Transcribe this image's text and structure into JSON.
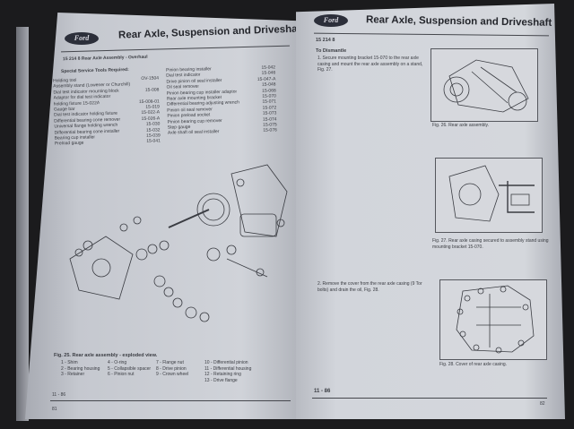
{
  "left_page": {
    "logo": "Ford",
    "title": "Rear Axle, Suspension and Driveshaft",
    "section": "15 214 8 Rear Axle Assembly - Overhaul",
    "tools_heading": "Special Service Tools Required:",
    "tools_col1": [
      {
        "name": "Holding tool",
        "code": "OV-1504"
      },
      {
        "name": "Assembly stand (Lowener or Churchill)",
        "code": ""
      },
      {
        "name": "Dial test indicator mounting block",
        "code": "15-008"
      },
      {
        "name": "Adaptor for dial test indicator",
        "code": ""
      },
      {
        "name": "holding fixture 15-022A",
        "code": "15-008-01"
      },
      {
        "name": "Gauge bar",
        "code": "15-019"
      },
      {
        "name": "Dial test indicator holding fixture",
        "code": "15-022-A"
      },
      {
        "name": "Differential bearing cone remover",
        "code": "15-026-A"
      },
      {
        "name": "Universal flange holding wrench",
        "code": "15-030"
      },
      {
        "name": "Differential bearing cone installer",
        "code": "15-032"
      },
      {
        "name": "Bearing cup installer",
        "code": "15-039"
      },
      {
        "name": "Preload gauge",
        "code": "15-041"
      }
    ],
    "tools_col2": [
      {
        "name": "Pinion bearing installer",
        "code": "15-042"
      },
      {
        "name": "Dial test indicator",
        "code": "15-046"
      },
      {
        "name": "Drive pinion oil seal installer",
        "code": "15-047-A"
      },
      {
        "name": "Oil seal remover",
        "code": "15-048"
      },
      {
        "name": "Pinion bearing cup installer adaptor",
        "code": "15-068"
      },
      {
        "name": "Rear axle mounting bracket",
        "code": "15-070"
      },
      {
        "name": "Differential bearing adjusting wrench",
        "code": "15-071"
      },
      {
        "name": "Pinion oil seal remover",
        "code": "15-072"
      },
      {
        "name": "Pinion preload socket",
        "code": "15-073"
      },
      {
        "name": "Pinion bearing cup remover",
        "code": "15-074"
      },
      {
        "name": "Step gauge",
        "code": "15-075"
      },
      {
        "name": "Axle shaft oil seal installer",
        "code": "15-076"
      }
    ],
    "figure_caption": "Fig. 25.  Rear axle assembly - exploded view.",
    "legend": [
      "1 - Shim",
      "2 - Bearing housing",
      "3 - Retainer",
      "4 - O-ring",
      "5 - Collapsible spacer",
      "6 - Pinion nut",
      "7 - Flange nut",
      "8 - Drive pinion",
      "9 - Crown wheel",
      "10 - Differential pinion",
      "11 - Differential housing",
      "12 - Retaining ring",
      "13 - Drive flange"
    ],
    "footer_ref": "11 - 86",
    "page_number": "81"
  },
  "right_page": {
    "logo": "Ford",
    "title": "Rear Axle, Suspension and Driveshaft",
    "section": "15 214 8",
    "subheading": "To Dismantle",
    "step1": "1.  Secure mounting bracket 15-070 to the rear axle casing and mount the rear axle assembly on a stand, Fig. 27.",
    "step2": "2.  Remove the cover from the rear axle casing (9 Tor bolts) and drain the oil, Fig. 28.",
    "fig26": "Fig. 26.   Rear axle assembly.",
    "fig27": "Fig. 27.   Rear axle casing secured to assembly stand using mounting bracket 15-070.",
    "fig28": "Fig. 28.   Cover of rear axle casing.",
    "footer_ref": "11 - 86",
    "page_number": "82"
  }
}
